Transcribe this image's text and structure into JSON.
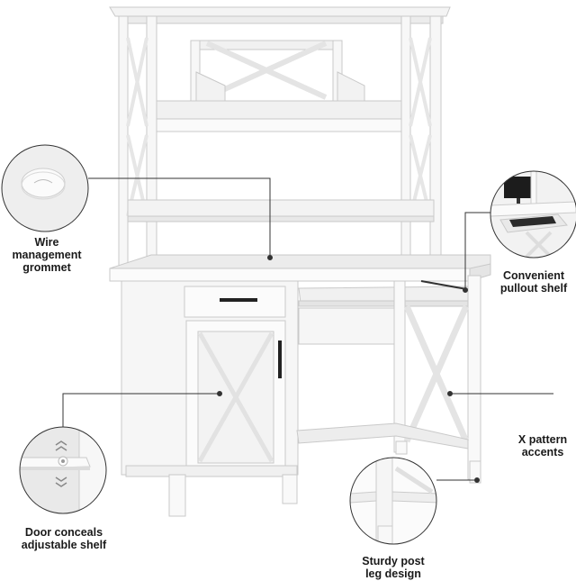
{
  "callouts": {
    "wire_grommet": {
      "lines": [
        "Wire",
        "management",
        "grommet"
      ]
    },
    "pullout_shelf": {
      "lines": [
        "Convenient",
        "pullout shelf"
      ]
    },
    "x_pattern": {
      "lines": [
        "X pattern",
        "accents"
      ]
    },
    "door_shelf": {
      "lines": [
        "Door conceals",
        "adjustable shelf"
      ]
    },
    "post_leg": {
      "lines": [
        "Sturdy post",
        "leg design"
      ]
    }
  },
  "colors": {
    "furniture_white": "#f7f7f7",
    "furniture_edge": "#c9c9c9",
    "desktop_gray": "#ececec",
    "callout_line": "#333333",
    "handle_black": "#222222"
  }
}
